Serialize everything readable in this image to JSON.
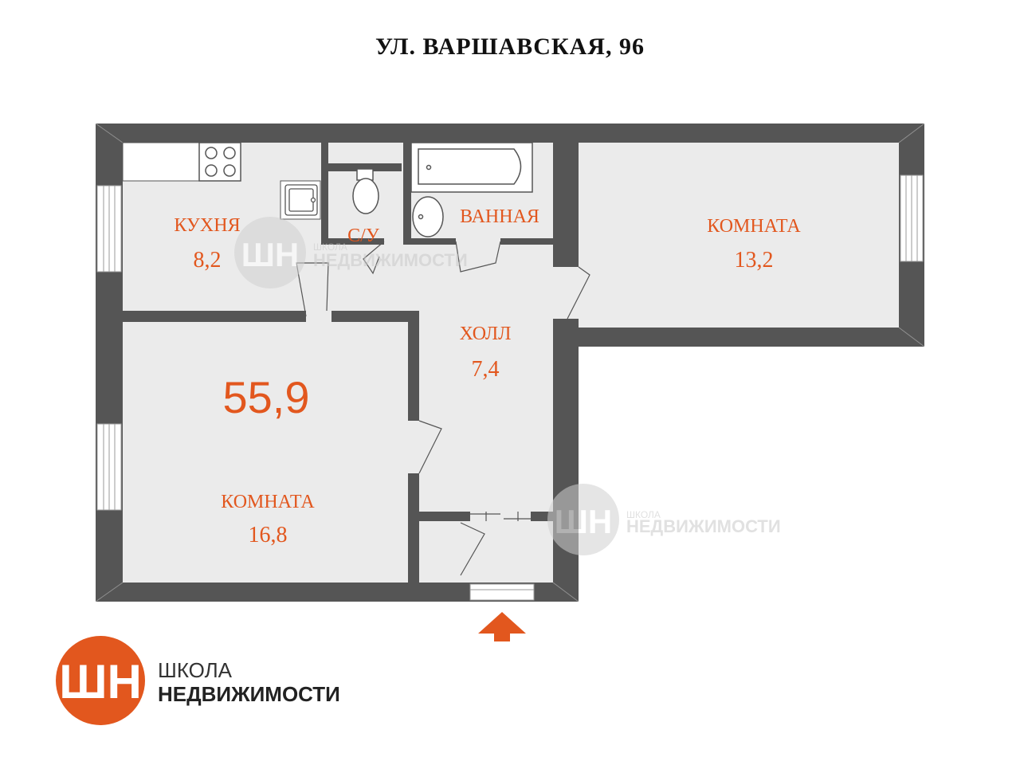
{
  "title": "УЛ. ВАРШАВСКАЯ, 96",
  "total_area": "55,9",
  "rooms": {
    "kitchen": {
      "name": "КУХНЯ",
      "area": "8,2"
    },
    "wc": {
      "name": "С/У"
    },
    "bathroom": {
      "name": "ВАННАЯ"
    },
    "room_right": {
      "name": "КОМНАТА",
      "area": "13,2"
    },
    "hall": {
      "name": "ХОЛЛ",
      "area": "7,4"
    },
    "room_left": {
      "name": "КОМНАТА",
      "area": "16,8"
    }
  },
  "watermark": {
    "line1": "ШКОЛА",
    "line2": "НЕДВИЖИМОСТИ",
    "monogram": "ШН"
  },
  "logo": {
    "line1": "ШКОЛА",
    "line2": "НЕДВИЖИМОСТИ",
    "monogram": "ШН"
  },
  "colors": {
    "wall": "#555555",
    "floor": "#ebebeb",
    "accent": "#e2571e"
  },
  "icons": [
    "entrance-arrow-icon",
    "stove-icon",
    "sink-icon",
    "toilet-icon",
    "bathtub-icon",
    "washbasin-icon"
  ]
}
